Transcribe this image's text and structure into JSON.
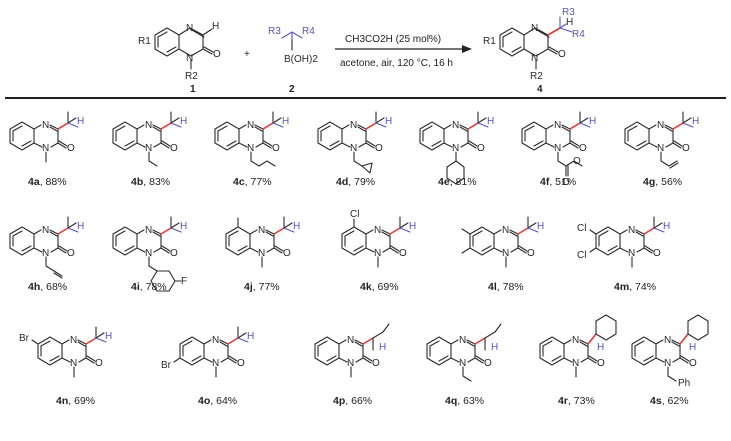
{
  "scheme": {
    "reactant_1_number": "1",
    "reactant_2_number": "2",
    "product_number": "4",
    "plus_sign": "+",
    "condition_above": "CH3CO2H (25 mol%)",
    "condition_below": "acetone, air, 120 °C, 16 h",
    "atom_labels": {
      "R1": "R1",
      "R2": "R2",
      "R3": "R3",
      "R4": "R4",
      "boronic": "B(OH)2",
      "H": "H",
      "N": "N",
      "O": "O"
    }
  },
  "products": [
    {
      "id": "4a",
      "yield": "88%"
    },
    {
      "id": "4b",
      "yield": "83%"
    },
    {
      "id": "4c",
      "yield": "77%"
    },
    {
      "id": "4d",
      "yield": "79%"
    },
    {
      "id": "4e",
      "yield": "81%"
    },
    {
      "id": "4f",
      "yield": "51%"
    },
    {
      "id": "4g",
      "yield": "56%"
    },
    {
      "id": "4h",
      "yield": "68%"
    },
    {
      "id": "4i",
      "yield": "78%"
    },
    {
      "id": "4j",
      "yield": "77%"
    },
    {
      "id": "4k",
      "yield": "69%"
    },
    {
      "id": "4l",
      "yield": "78%"
    },
    {
      "id": "4m",
      "yield": "74%"
    },
    {
      "id": "4n",
      "yield": "69%"
    },
    {
      "id": "4o",
      "yield": "64%"
    },
    {
      "id": "4p",
      "yield": "66%"
    },
    {
      "id": "4q",
      "yield": "63%"
    },
    {
      "id": "4r",
      "yield": "73%"
    },
    {
      "id": "4s",
      "yield": "62%"
    }
  ],
  "substituent_labels": {
    "Cl": "Cl",
    "Br": "Br",
    "F": "F",
    "Ph": "Ph",
    "O": "O"
  },
  "colors": {
    "new_bond": "#e53935",
    "alkyl_fragment": "#5555c0",
    "bond": "#2a2a2a"
  }
}
